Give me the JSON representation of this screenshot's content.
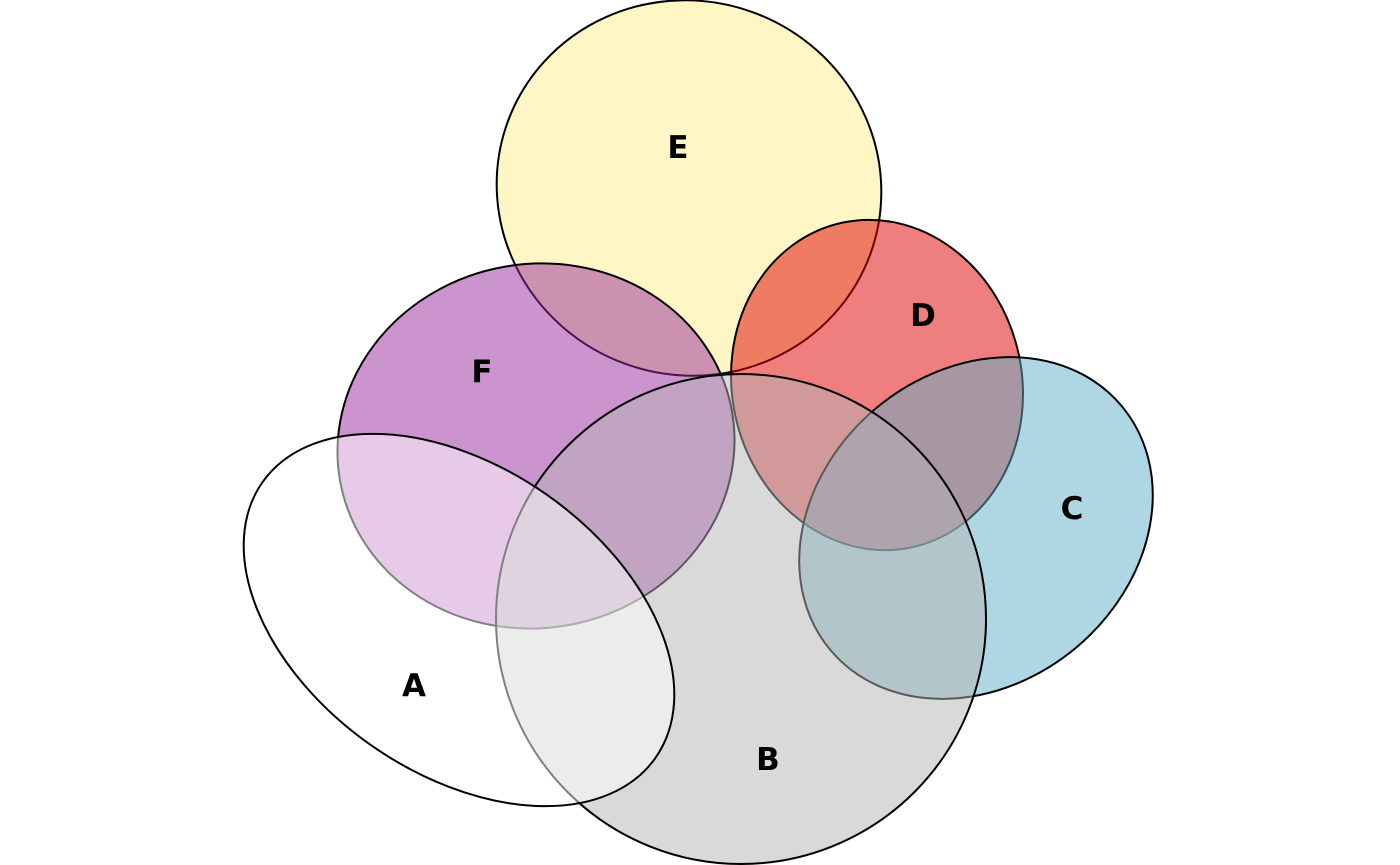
{
  "diagram": {
    "type": "venn",
    "sets": [
      {
        "id": "A",
        "label": "A",
        "color": "#ffffff",
        "opacity": 0.5
      },
      {
        "id": "B",
        "label": "B",
        "color": "#b3b3b3",
        "opacity": 0.5
      },
      {
        "id": "C",
        "label": "C",
        "color": "#5fb0c8",
        "opacity": 0.5
      },
      {
        "id": "D",
        "label": "D",
        "color": "#e00000",
        "opacity": 0.5
      },
      {
        "id": "E",
        "label": "E",
        "color": "#ffee8c",
        "opacity": 0.5
      },
      {
        "id": "F",
        "label": "F",
        "color": "#9a2a9e",
        "opacity": 0.5
      }
    ]
  }
}
